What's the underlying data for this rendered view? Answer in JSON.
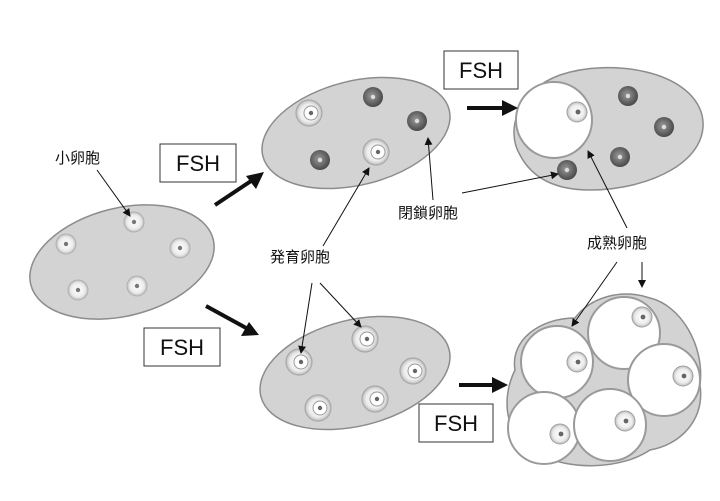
{
  "labels": {
    "small_follicle": "小卵胞",
    "developing_follicle": "発育卵胞",
    "atretic_follicle": "閉鎖卵胞",
    "mature_follicle": "成熟卵胞"
  },
  "fsh_boxes": [
    {
      "text": "FSH"
    },
    {
      "text": "FSH"
    },
    {
      "text": "FSH"
    },
    {
      "text": "FSH"
    }
  ],
  "colors": {
    "ovary_fill": "#d3d3d3",
    "ovary_stroke": "#8c8c8c",
    "atretic_fill": "#5c5c5c",
    "follicle_fill": "#ffffff",
    "arrow": "#111111"
  }
}
